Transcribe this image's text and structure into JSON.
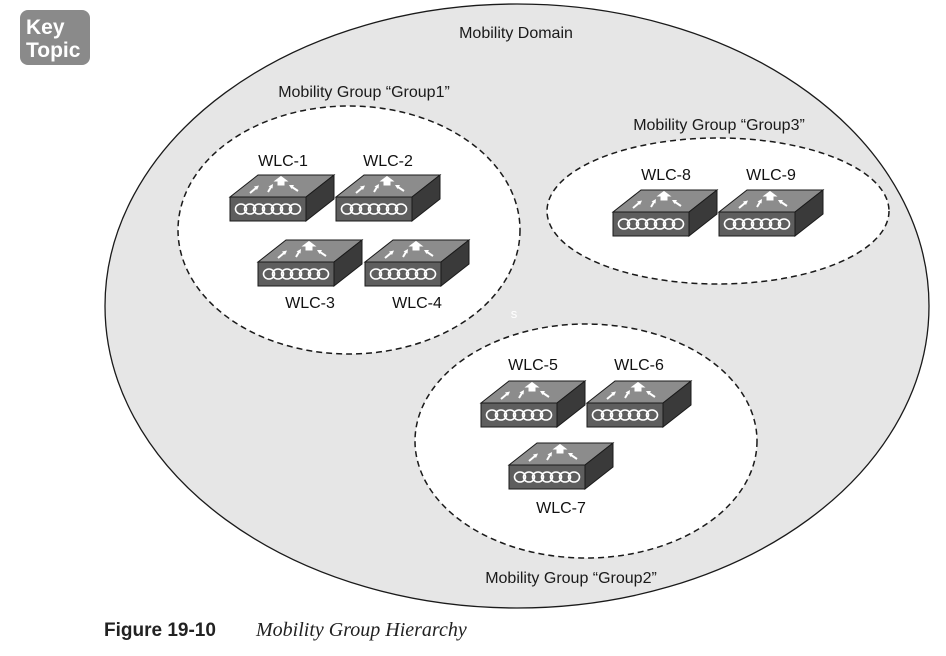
{
  "badge": {
    "line1": "Key",
    "line2": "Topic",
    "color": "#8a8a8a"
  },
  "domain": {
    "label": "Mobility Domain",
    "fill": "#e6e6e6"
  },
  "groups": [
    {
      "id": "group1",
      "label": "Mobility Group “Group1”"
    },
    {
      "id": "group2",
      "label": "Mobility Group “Group2”"
    },
    {
      "id": "group3",
      "label": "Mobility Group “Group3”"
    }
  ],
  "controllers": [
    {
      "id": "wlc1",
      "label": "WLC-1"
    },
    {
      "id": "wlc2",
      "label": "WLC-2"
    },
    {
      "id": "wlc3",
      "label": "WLC-3"
    },
    {
      "id": "wlc4",
      "label": "WLC-4"
    },
    {
      "id": "wlc5",
      "label": "WLC-5"
    },
    {
      "id": "wlc6",
      "label": "WLC-6"
    },
    {
      "id": "wlc7",
      "label": "WLC-7"
    },
    {
      "id": "wlc8",
      "label": "WLC-8"
    },
    {
      "id": "wlc9",
      "label": "WLC-9"
    }
  ],
  "stray_mark": "s",
  "caption": {
    "number": "Figure 19-10",
    "title": "Mobility Group Hierarchy"
  },
  "colors": {
    "device_top": "#8c8c8c",
    "device_front": "#5e5e5e",
    "device_side": "#3a3a3a"
  }
}
